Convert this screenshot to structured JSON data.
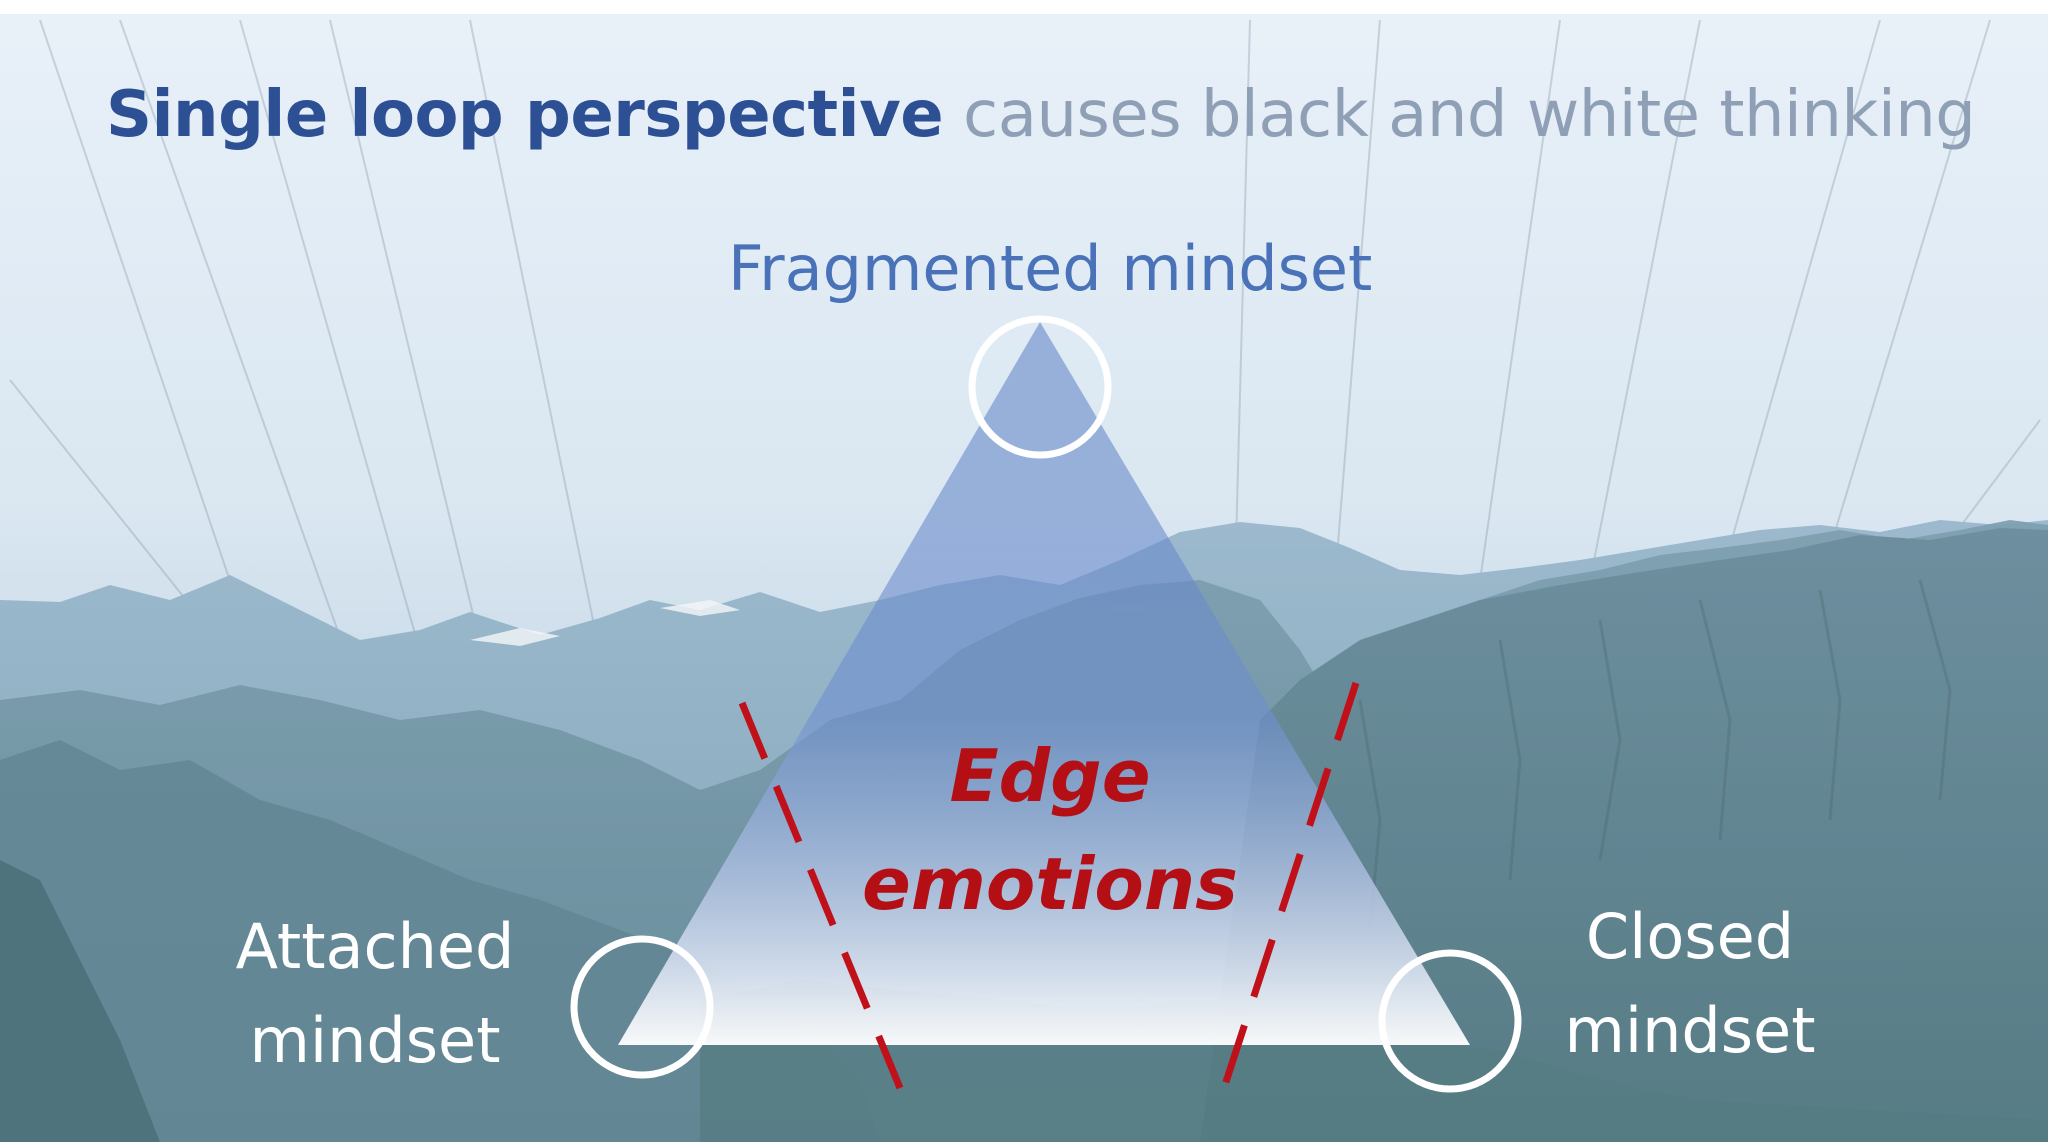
{
  "title": {
    "strong": "Single loop perspective",
    "rest": "causes black and white thinking"
  },
  "labels": {
    "top": "Fragmented mindset",
    "left": "Attached mindset",
    "right": "Closed mindset",
    "center": "Edge emotions"
  },
  "colors": {
    "title_strong": "#2d4f94",
    "title_rest": "#8f9fb5",
    "top_label": "#4a72b8",
    "triangle_top": "#5b7fc4",
    "triangle_bottom": "#ffffff",
    "dashed_line": "#c0101a",
    "center_label": "#b50f16",
    "circle": "#ffffff",
    "sky_top": "#dfeaf5",
    "mountains": "#5f8596"
  },
  "background": "mountain-landscape-photo"
}
